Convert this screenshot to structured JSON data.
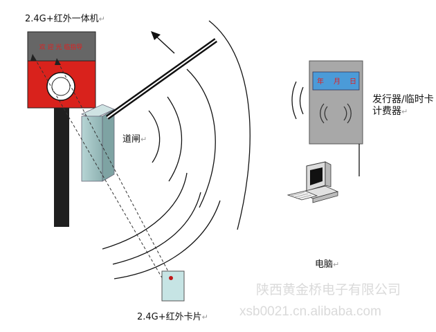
{
  "labels": {
    "machine": "2.4G+红外一体机",
    "barrier": "道闸",
    "issuer": "发行器/临时卡计费器",
    "computer": "电脑",
    "card": "2.4G+红外卡片"
  },
  "led_text": "欢 迎 光 临指导",
  "device_screen": [
    "年",
    "月",
    "日"
  ],
  "watermark": {
    "company": "陕西黄金桥电子有限公司",
    "url": "xsb0021.cn.alibaba.com"
  },
  "para_mark": "↵",
  "colors": {
    "machine_red": "#d9221c",
    "machine_top": "#666666",
    "pole": "#1f1f1f",
    "barrier_box": "#9fc2c2",
    "card_fill": "#c6e4e4",
    "device_body": "#a8a8a8",
    "device_screen": "#4b9bd8",
    "watermark": "#dadada"
  },
  "icons": [
    "arrow-up-left-icon",
    "rfid-wave-icon",
    "computer-icon",
    "signal-arc-icon"
  ]
}
